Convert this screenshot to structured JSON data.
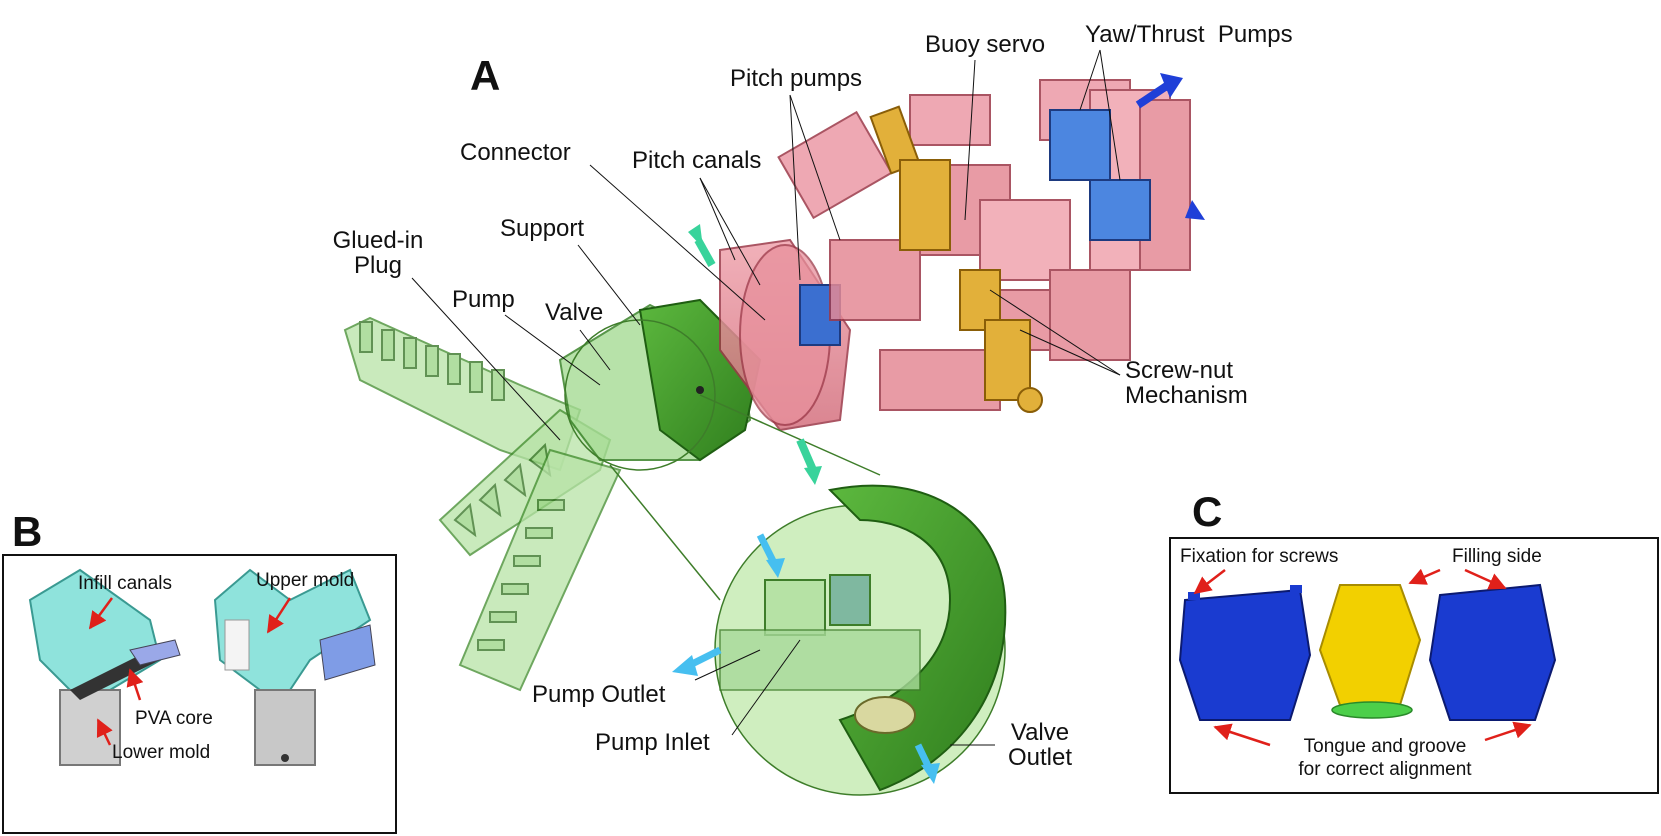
{
  "panels": {
    "a": "A",
    "b": "B",
    "c": "C"
  },
  "labels_a": {
    "glued_in_plug": "Glued-in\nPlug",
    "support": "Support",
    "pump": "Pump",
    "valve": "Valve",
    "connector": "Connector",
    "pitch_canals": "Pitch canals",
    "pitch_pumps": "Pitch pumps",
    "buoy_servo": "Buoy servo",
    "yaw_thrust_pumps": "Yaw/Thrust  Pumps",
    "screw_nut": "Screw-nut\nMechanism",
    "pump_outlet": "Pump Outlet",
    "pump_inlet": "Pump Inlet",
    "valve_outlet": "Valve\nOutlet"
  },
  "labels_b": {
    "infill_canals": "Infill canals",
    "upper_mold": "Upper mold",
    "pva_core": "PVA core",
    "lower_mold": "Lower mold"
  },
  "labels_c": {
    "fixation": "Fixation for screws",
    "filling": "Filling side",
    "tongue": "Tongue and groove\nfor correct alignment"
  },
  "colors": {
    "pink": "#e58a96",
    "pink_dark": "#c85060",
    "green": "#3e9a2a",
    "green_light": "#8fd27a",
    "gold": "#d9a62c",
    "blue": "#3b6fd0",
    "arrow_blue": "#1f3fd8",
    "arrow_teal": "#39d39b",
    "arrow_cyan": "#46bff0",
    "mold_cyan": "#8fe3dc",
    "mold_blue": "#1432c8",
    "mold_yellow": "#f2d000",
    "red": "#e0201a"
  }
}
